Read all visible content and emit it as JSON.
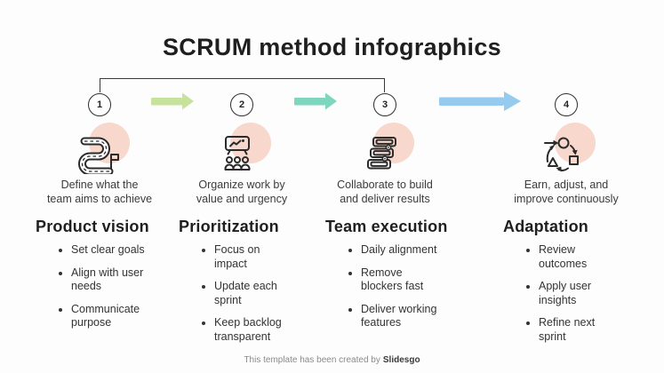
{
  "title": "SCRUM method infographics",
  "steps": [
    {
      "number": "1",
      "icon": "winding-path-flag-icon",
      "description": "Define what the\nteam aims to achieve",
      "heading": "Product vision",
      "bullets": [
        "Set clear goals",
        "Align with user\nneeds",
        "Communicate\npurpose"
      ]
    },
    {
      "number": "2",
      "icon": "presentation-audience-icon",
      "description": "Organize work by\nvalue and urgency",
      "heading": "Prioritization",
      "bullets": [
        "Focus on\nimpact",
        "Update each\nsprint",
        "Keep backlog\ntransparent"
      ]
    },
    {
      "number": "3",
      "icon": "stacked-tasks-icon",
      "description": "Collaborate to build\nand deliver results",
      "heading": "Team execution",
      "bullets": [
        "Daily alignment",
        "Remove\nblockers fast",
        "Deliver working\nfeatures"
      ]
    },
    {
      "number": "4",
      "icon": "cycle-shapes-icon",
      "description": "Earn, adjust, and\nimprove continuously",
      "heading": "Adaptation",
      "bullets": [
        "Review\noutcomes",
        "Apply user\ninsights",
        "Refine next\nsprint"
      ]
    }
  ],
  "arrows": {
    "colors": [
      "#c7e29b",
      "#7fd6bf",
      "#94cbee"
    ]
  },
  "colors": {
    "icon_circle_bg": "#f8d8cc",
    "title_text": "#1f1f1f",
    "body_text": "#3b3b3b",
    "outline": "#2b2b2b",
    "background": "#fdfdfd"
  },
  "footer": {
    "text": "This template has been created by",
    "brand": "Slidesgo"
  }
}
